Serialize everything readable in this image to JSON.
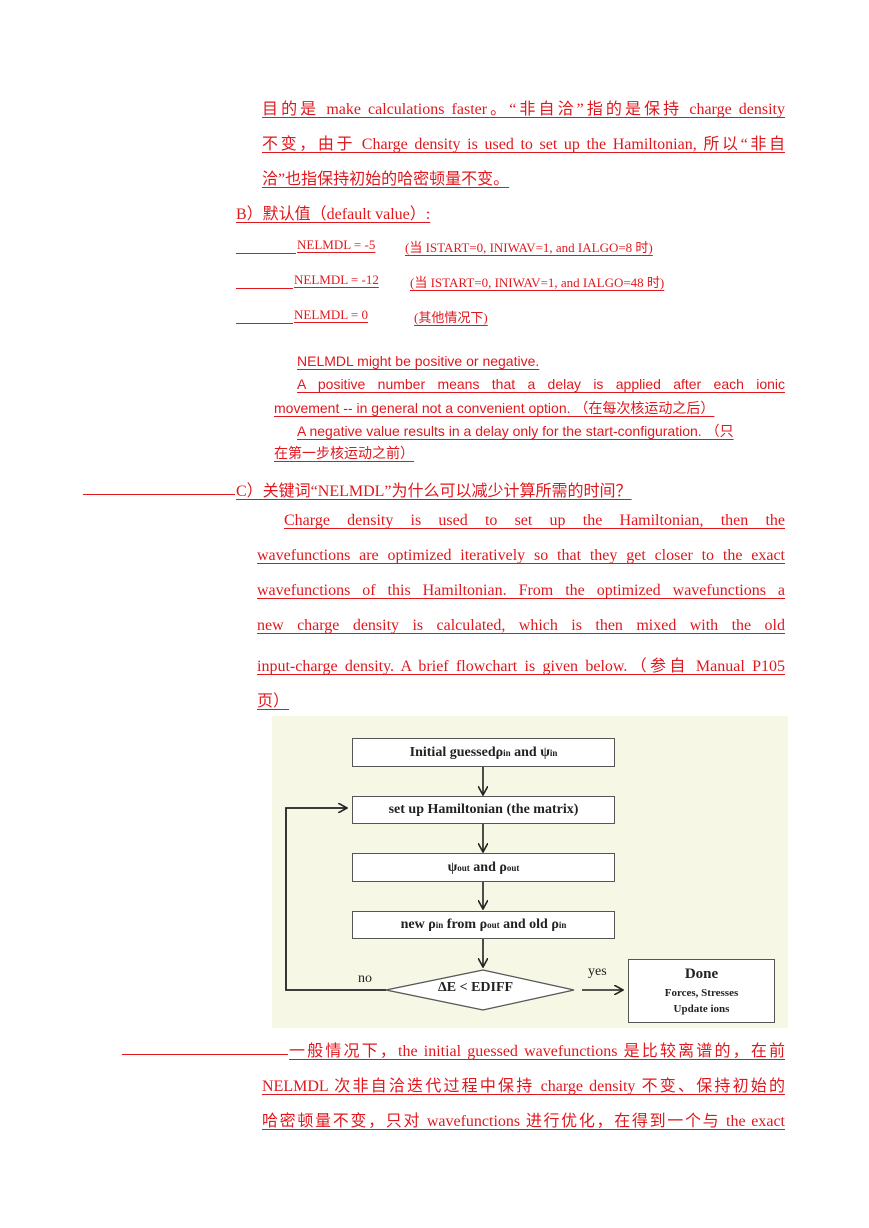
{
  "section_a": {
    "lines": [
      "目的是 make calculations faster。“非自洽”指的是保持 charge density",
      "不变，由于 Charge density is used to set up the Hamiltonian, 所以“非自",
      "洽”也指保持初始的哈密顿量不变。"
    ]
  },
  "section_b": {
    "heading": "B）默认值（default value）:",
    "defaults": [
      {
        "setting": "NELMDL = -5",
        "note": "(当 ISTART=0, INIWAV=1, and IALGO=8 时)"
      },
      {
        "setting": "NELMDL = -12",
        "note": "(当  ISTART=0, INIWAV=1, and IALGO=48 时)"
      },
      {
        "setting": "NELMDL = 0",
        "note": "(其他情况下)"
      }
    ],
    "manual_notes": [
      "NELMDL might be positive or negative.",
      "A positive number means that a delay is applied after each ionic",
      "movement -- in general not a convenient option. （在每次核运动之后）",
      "A negative value results in a delay only for the start-configuration. （只",
      "在第一步核运动之前）"
    ]
  },
  "section_c": {
    "heading": "C）关键词“NELMDL”为什么可以减少计算所需的时间？",
    "paragraph_lines": [
      "Charge density is used to set up the Hamiltonian, then the",
      "wavefunctions are optimized iteratively so that they get closer to the exact",
      "wavefunctions of this Hamiltonian. From the optimized wavefunctions a",
      "new charge density is calculated, which is then mixed with the old",
      "input-charge density. A brief flowchart is given below.（参自 Manual P105",
      "页）"
    ]
  },
  "flowchart": {
    "box1": {
      "pre": "Initial guessed ",
      "rho": "ρ",
      "sub1": "in",
      "mid": " and ",
      "psi": "ψ",
      "sub2": "in"
    },
    "box2": "set up Hamiltonian (the matrix)",
    "box3": {
      "psi": "ψ",
      "sub1": "out",
      "mid": " and ",
      "rho": "ρ",
      "sub2": "out"
    },
    "box4": {
      "pre": "new ",
      "rho1": "ρ",
      "sub1": "in",
      "mid1": " from ",
      "rho2": "ρ",
      "sub2": "out",
      "mid2": " and old ",
      "rho3": "ρ",
      "sub3": "in"
    },
    "decision": "ΔE < EDIFF",
    "no_label": "no",
    "yes_label": "yes",
    "done_title": "Done",
    "done_line1": "Forces, Stresses",
    "done_line2": "Update ions"
  },
  "section_d": {
    "lines": [
      "一般情况下，the initial guessed wavefunctions 是比较离谱的，在前",
      "NELMDL 次非自洽迭代过程中保持 charge density 不变、保持初始的",
      "哈密顿量不变，只对 wavefunctions 进行优化，在得到一个与 the exact"
    ]
  },
  "colors": {
    "text": "#e0181e",
    "flowchart_bg": "#f6f7e5"
  }
}
